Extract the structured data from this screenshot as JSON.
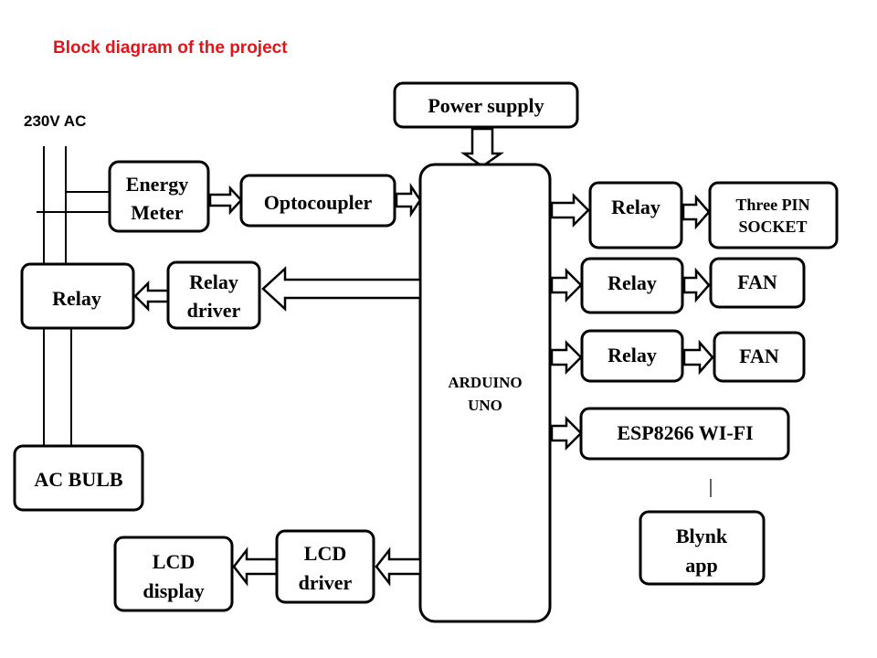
{
  "title": "Block diagram of the project",
  "title_color": "#e0161b",
  "source_label": "230V AC",
  "blocks": {
    "power_supply": "Power supply",
    "energy_meter_1": "Energy",
    "energy_meter_2": "Meter",
    "optocoupler": "Optocoupler",
    "arduino_1": "ARDUINO",
    "arduino_2": "UNO",
    "relay_left": "Relay",
    "relay_driver_1": "Relay",
    "relay_driver_2": "driver",
    "ac_bulb": "AC BULB",
    "lcd_display_1": "LCD",
    "lcd_display_2": "display",
    "lcd_driver_1": "LCD",
    "lcd_driver_2": "driver",
    "relay_1": "Relay",
    "three_pin_1": "Three PIN",
    "three_pin_2": "SOCKET",
    "relay_2": "Relay",
    "fan_1": "FAN",
    "relay_3": "Relay",
    "fan_2": "FAN",
    "esp8266": "ESP8266 WI-FI",
    "blynk_1": "Blynk",
    "blynk_2": "app"
  }
}
